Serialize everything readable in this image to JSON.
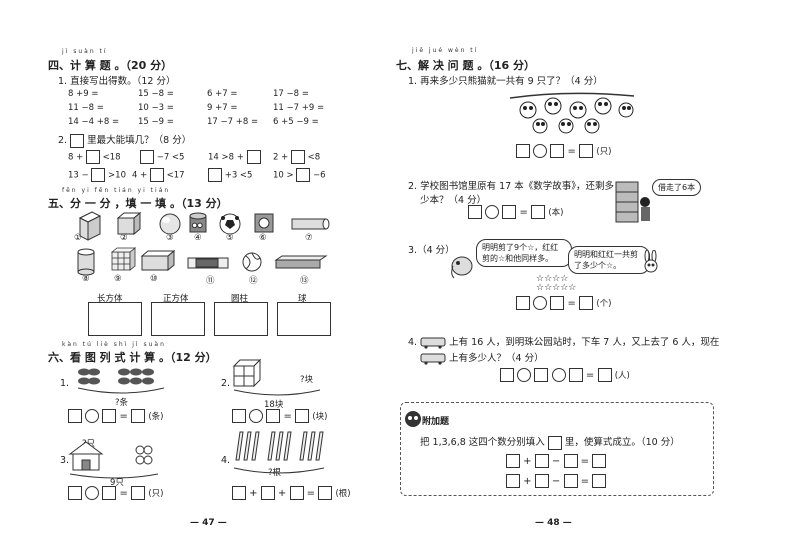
{
  "left": {
    "s4": {
      "pinyin": "jì suàn tí",
      "title": "四、计 算 题 。（20 分）",
      "q1": "1. 直接写出得数。（12 分）",
      "calc": [
        [
          "8 +9 =",
          "15 −8 =",
          "6 +7 =",
          "17 −8 ="
        ],
        [
          "11 −8 =",
          "10 −3 =",
          "9 +7 =",
          "11 −7 +9 ="
        ],
        [
          "14 −4 +8 =",
          "15 −9 =",
          "17 −7 +8 =",
          "6 +5 −9 ="
        ]
      ],
      "q2_pre": "2.",
      "q2_post": "里最大能填几？（8 分）",
      "fill": [
        [
          "8 +",
          "<18",
          "",
          "−7 <5",
          "14 >8 +",
          "",
          "2 +",
          "<8"
        ],
        [
          "13 −",
          ">10",
          "4 +",
          "<17",
          "",
          "+3 <5",
          "10 >",
          "−6"
        ]
      ]
    },
    "s5": {
      "pinyin": "fēn yi fēn tián yi tián",
      "title": "五、分 一 分 ，填 一 填 。（13 分）",
      "nums_row1": [
        "①",
        "②",
        "③",
        "④",
        "⑤",
        "⑥",
        "⑦"
      ],
      "nums_row2": [
        "⑧",
        "⑨",
        "⑩",
        "⑪",
        "⑫",
        "⑬"
      ],
      "cats": [
        "长方体",
        "正方体",
        "圆柱",
        "球"
      ]
    },
    "s6": {
      "pinyin": "kàn tú liè shì jì suàn",
      "title": "六、看 图 列 式 计 算 。（12 分）",
      "p1_num": "1.",
      "p1_q": "?条",
      "p1_unit": "(条)",
      "p2_num": "2.",
      "p2_q": "?块",
      "p2_total": "18块",
      "p2_unit": "(块)",
      "p3_num": "3.",
      "p3_q": "?只",
      "p3_total": "9只",
      "p3_unit": "(只)",
      "p4_num": "4.",
      "p4_q": "?根",
      "p4_unit": "(根)"
    },
    "page_no": "— 47 —"
  },
  "right": {
    "s7": {
      "pinyin": "jiě jué wèn tí",
      "title": "七、解 决 问 题 。（16 分）",
      "q1": "1. 再来多少只熊猫就一共有 9 只了？（4 分）",
      "q1_unit": "(只)",
      "q2_a": "2. 学校图书馆里原有 17 本《数学故事》，还剩多",
      "q2_b": "少本？（4 分）",
      "q2_bubble": "借走了6本",
      "q2_unit": "(本)",
      "q3": "3.（4 分）",
      "q3_b1": "明明剪了9个☆，红红剪的☆和他同样多。",
      "q3_b2": "明明和红红一共剪了多少个☆。",
      "q3_stars": "☆☆☆☆ ☆☆☆☆☆",
      "q3_unit": "(个)",
      "q4_a": "4.",
      "q4_b": "上有 16 人，到明珠公园站时，下车 7 人，又上去了 6 人，现在",
      "q4_c": "上有多少人？（4 分）",
      "q4_unit": "(人)"
    },
    "bonus": {
      "title": "附加题",
      "text_a": "把 1,3,6,8 这四个数分别填入",
      "text_b": "里，使算式成立。（10 分）"
    },
    "page_no": "— 48 —"
  }
}
